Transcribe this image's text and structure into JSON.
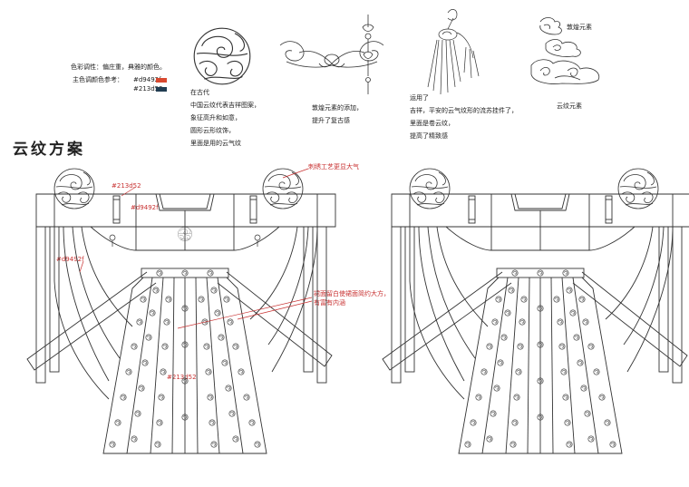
{
  "colors": {
    "accent": "#d9492f",
    "main": "#213d52",
    "line": "#333333",
    "note": "#c83232"
  },
  "palette": {
    "tone_text": "色彩调性：偏庄重，典雅的颜色。",
    "ref_text": "主色调颜色参考：",
    "swatches": [
      {
        "code": "#d9492f",
        "color": "#d9492f"
      },
      {
        "code": "#213d52",
        "color": "#213d52"
      }
    ]
  },
  "notes": {
    "cloud_desc": [
      "在古代",
      "中国云纹代表吉祥图案，",
      "象征高升和如意，",
      "圆形云形纹饰，",
      "里面是用的云气纹"
    ],
    "dunhuang_desc": [
      "敦煌元素的添加，",
      "提升了复古感"
    ],
    "tassel_desc": [
      "运用了",
      "吉祥，平安的云气纹形的流苏挂件了，",
      "里面是卷云纹，",
      "提高了精致感"
    ],
    "dunhuang_label": "敦煌元素",
    "cloud_label": "云纹元素"
  },
  "section_title": "云纹方案",
  "annotations": {
    "embroidery": "刺绣工艺更显大气",
    "code_top": "#213d52",
    "code_collar": "#d9492f",
    "code_left": "#d9492f",
    "code_skirt": "#213d52",
    "skirt_note_1": "裙面留白使裙面简约大方，",
    "skirt_note_2": "有富有内涵"
  }
}
